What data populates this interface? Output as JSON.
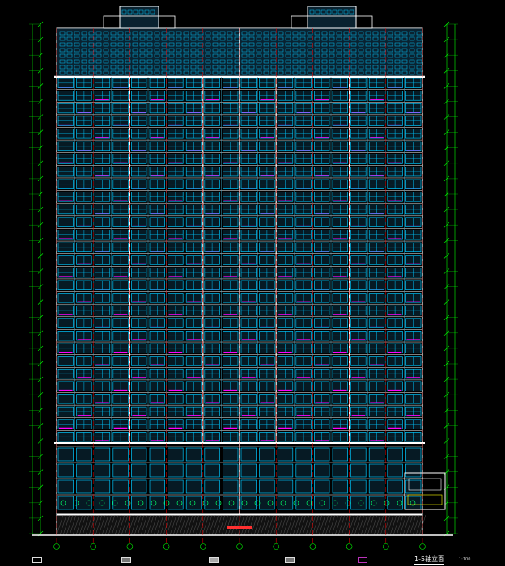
{
  "drawing": {
    "title": "1-5轴立面",
    "scale": "1:100",
    "street_label": "",
    "colors": {
      "background": "#000000",
      "facade_frame": "#ffffff",
      "window": "#00c8ff",
      "window_green": "#00ff66",
      "slab_line": "#ff00ff",
      "axis_line": "#ff0000",
      "dimension": "#00ff00",
      "base_hatch": "#ffffff",
      "accent_yellow": "#ffff00"
    },
    "floors_shown": 33
  },
  "legend": [
    {
      "label": "",
      "swatch": "#000000"
    },
    {
      "label": "",
      "swatch": "#777777"
    },
    {
      "label": "",
      "swatch": "#aaaaaa"
    },
    {
      "label": "",
      "swatch": "#777777"
    },
    {
      "label": "",
      "swatch": "#bb33bb"
    }
  ]
}
